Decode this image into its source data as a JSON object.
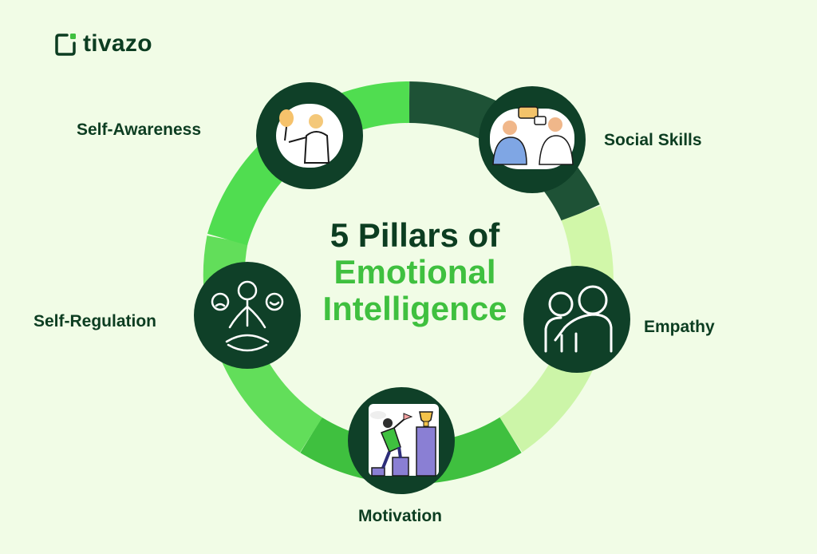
{
  "brand": {
    "name": "tivazo"
  },
  "title": {
    "line1": "5 Pillars of",
    "line2": "Emotional",
    "line3": "Intelligence"
  },
  "pillars": [
    {
      "label": "Self-Awareness",
      "icon": "self-reflection-icon"
    },
    {
      "label": "Social Skills",
      "icon": "conversation-icon"
    },
    {
      "label": "Empathy",
      "icon": "embrace-icon"
    },
    {
      "label": "Motivation",
      "icon": "trophy-climb-icon"
    },
    {
      "label": "Self-Regulation",
      "icon": "meditation-icon"
    }
  ],
  "colors": {
    "background": "#f1fce6",
    "dark_green": "#0c3d21",
    "node_fill": "#0f4028",
    "ring_segments": [
      "#1e5236",
      "#50dd50",
      "#3fc03f",
      "#7be873",
      "#d1f7a9",
      "#ccf5a8"
    ],
    "accent_green": "#3fc03f"
  }
}
